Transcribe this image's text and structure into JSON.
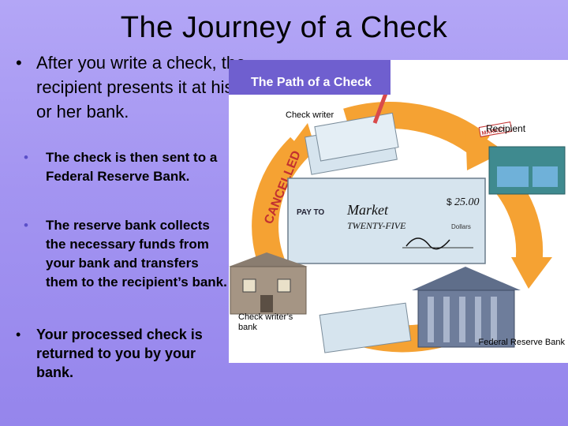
{
  "slide": {
    "title": "The Journey of a Check",
    "bullet_main": "After you write a check, the recipient presents it at his or her bank.",
    "sub_bullet_1": "The check is then sent to a Federal Reserve Bank.",
    "sub_bullet_2": "The reserve bank collects the necessary funds from your bank and transfers them to the recipient’s bank.",
    "bullet_last": "Your processed check is returned to you by your bank.",
    "bullet_glyph": "•"
  },
  "figure": {
    "title": "The Path of a Check",
    "label_check_writer": "Check writer",
    "label_recipient": "Recipient",
    "label_writers_bank": "Check writer’s bank",
    "label_fed": "Federal Reserve Bank",
    "stamp_cancelled": "CANCELLED",
    "sign_market": "MARKET",
    "check_pay_to": "PAY TO",
    "check_amount": "25.00",
    "check_payee": "Market",
    "check_amount_words": "TWENTY-FIVE",
    "check_dollars": "Dollars",
    "check_dollar_sign": "$",
    "colors": {
      "arrow": "#f5a233",
      "arrow_dark": "#d97a12",
      "check": "#d6e4ee",
      "title_bar": "#6f5fcf"
    }
  }
}
